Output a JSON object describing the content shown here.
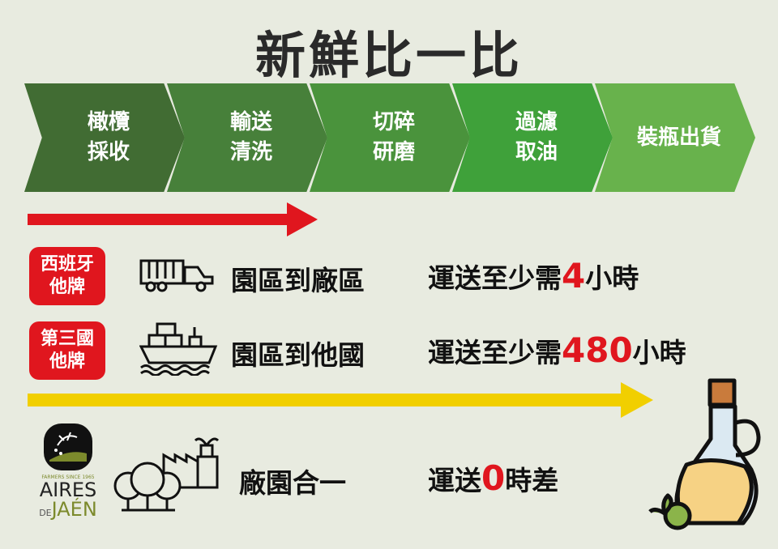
{
  "title": "新鮮比一比",
  "steps": [
    {
      "line1": "橄欖",
      "line2": "採收",
      "color": "#416c33"
    },
    {
      "line1": "輸送",
      "line2": "清洗",
      "color": "#47803a"
    },
    {
      "line1": "切碎",
      "line2": "研磨",
      "color": "#4a933c"
    },
    {
      "line1": "過濾",
      "line2": "取油",
      "color": "#3fa13a"
    },
    {
      "line1": "裝瓶出貨",
      "line2": "",
      "color": "#68b24c"
    }
  ],
  "rows": [
    {
      "badge1": "西班牙",
      "badge2": "他牌",
      "route": "園區到廠區",
      "prefix": "運送至少需",
      "number": "4",
      "suffix": "小時",
      "icon": "truck-icon"
    },
    {
      "badge1": "第三國",
      "badge2": "他牌",
      "route": "園區到他國",
      "prefix": "運送至少需",
      "number": "480",
      "suffix": "小時",
      "icon": "ship-icon"
    }
  ],
  "own": {
    "route": "廠園合一",
    "prefix": "運送",
    "number": "0",
    "suffix": "時差"
  },
  "logo": {
    "top": "AIRES",
    "de": "DE",
    "bottom": "JAÉN",
    "tagline": "FARMERS SINCE 1965"
  },
  "colors": {
    "red": "#e0161e",
    "yellow": "#f1cf00",
    "background": "#e8ebe0"
  }
}
